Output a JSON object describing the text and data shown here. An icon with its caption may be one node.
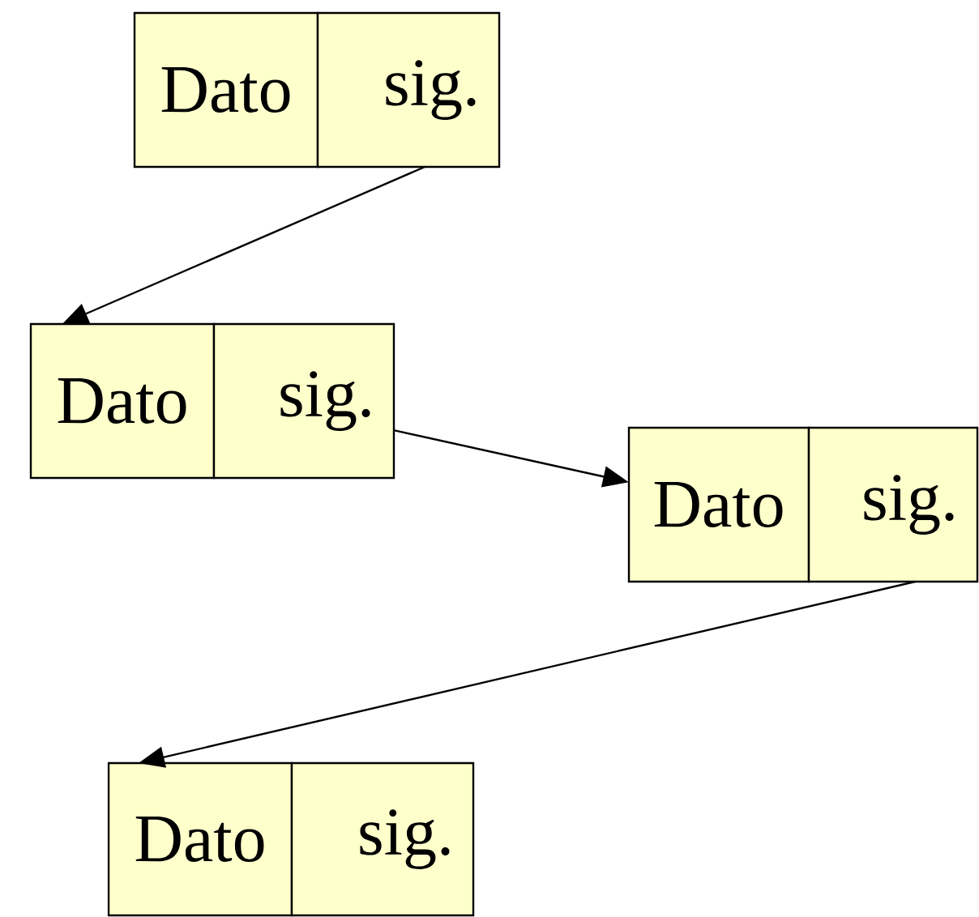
{
  "diagram": {
    "nodes": [
      {
        "text": [
          "Dato"
        ]
      },
      {
        "text": [
          "sig."
        ]
      },
      {
        "text": [
          "Dato"
        ]
      },
      {
        "text": [
          "sig."
        ]
      },
      {
        "text": [
          "Dato"
        ]
      },
      {
        "text": [
          "sig."
        ]
      },
      {
        "text": [
          "Dato"
        ]
      },
      {
        "text": [
          "sig."
        ]
      }
    ],
    "edges": [
      {
        "from": 1,
        "to": 2,
        "arrow": "to"
      },
      {
        "from": 3,
        "to": 4,
        "arrow": "to"
      },
      {
        "from": 5,
        "to": 6,
        "arrow": "to"
      }
    ]
  }
}
